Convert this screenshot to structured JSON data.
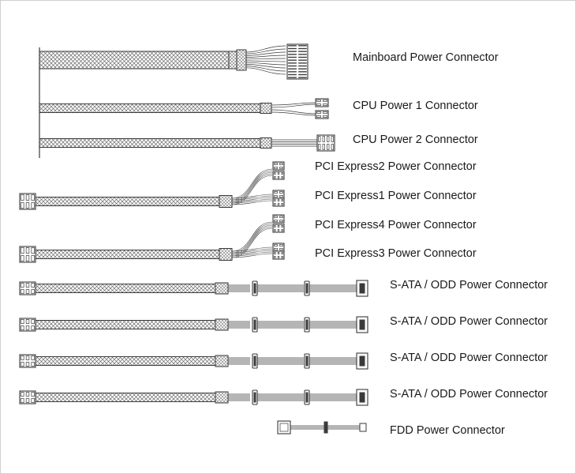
{
  "labels": {
    "mainboard": "Mainboard Power Connector",
    "cpu1": "CPU Power 1 Connector",
    "cpu2": "CPU Power 2 Connector",
    "pcie2": "PCI Express2 Power Connector",
    "pcie1": "PCI Express1 Power Connector",
    "pcie4": "PCI Express4 Power Connector",
    "pcie3": "PCI Express3 Power Connector",
    "sata1": "S-ATA / ODD Power Connector",
    "sata2": "S-ATA / ODD Power Connector",
    "sata3": "S-ATA / ODD Power Connector",
    "sata4": "S-ATA / ODD Power Connector",
    "fdd": "FDD Power Connector"
  },
  "colors": {
    "line": "#3a3a3a",
    "mesh": "#6a6a6a",
    "fill": "#ffffff"
  }
}
